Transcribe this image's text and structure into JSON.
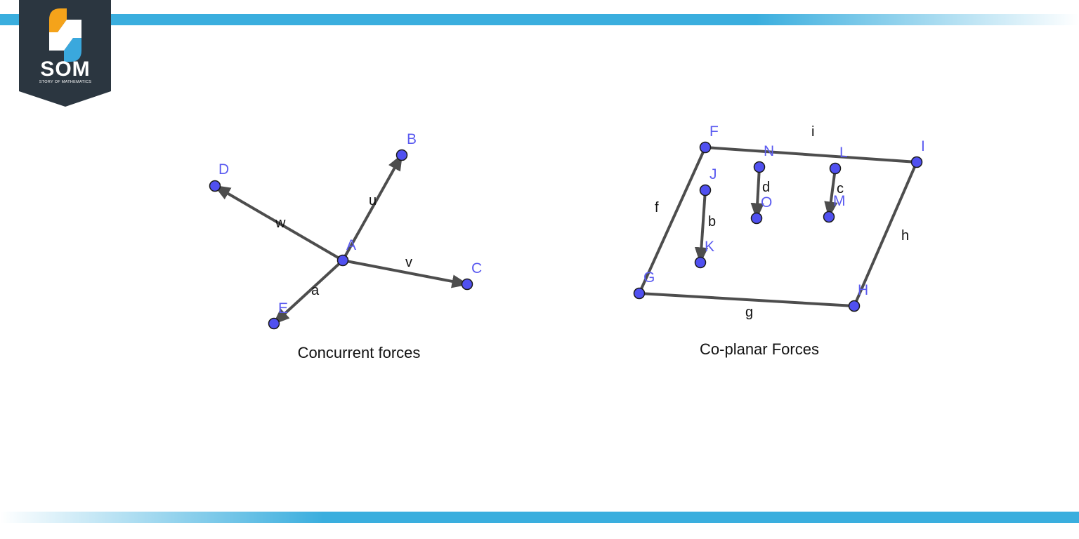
{
  "logo": {
    "title": "SOM",
    "subtitle": "STORY OF MATHEMATICS",
    "colors": {
      "badge": "#2b3640",
      "orange": "#f5a31a",
      "blue": "#3aa8dd"
    }
  },
  "colors": {
    "band": "#3aaede",
    "point": "#5050f0",
    "line": "#4d4d4d",
    "pointLabel": "#5b5bf0"
  },
  "concurrent": {
    "caption": "Concurrent forces",
    "points": {
      "A": "A",
      "B": "B",
      "C": "C",
      "D": "D",
      "E": "E"
    },
    "vectors": {
      "u": "u",
      "v": "v",
      "w": "w",
      "a": "a"
    }
  },
  "coplanar": {
    "caption": "Co-planar Forces",
    "points": {
      "F": "F",
      "G": "G",
      "H": "H",
      "I": "I",
      "J": "J",
      "K": "K",
      "L": "L",
      "M": "M",
      "N": "N",
      "O": "O"
    },
    "segments": {
      "f": "f",
      "g": "g",
      "h": "h",
      "i": "i"
    },
    "vectors": {
      "b": "b",
      "c": "c",
      "d": "d"
    }
  }
}
